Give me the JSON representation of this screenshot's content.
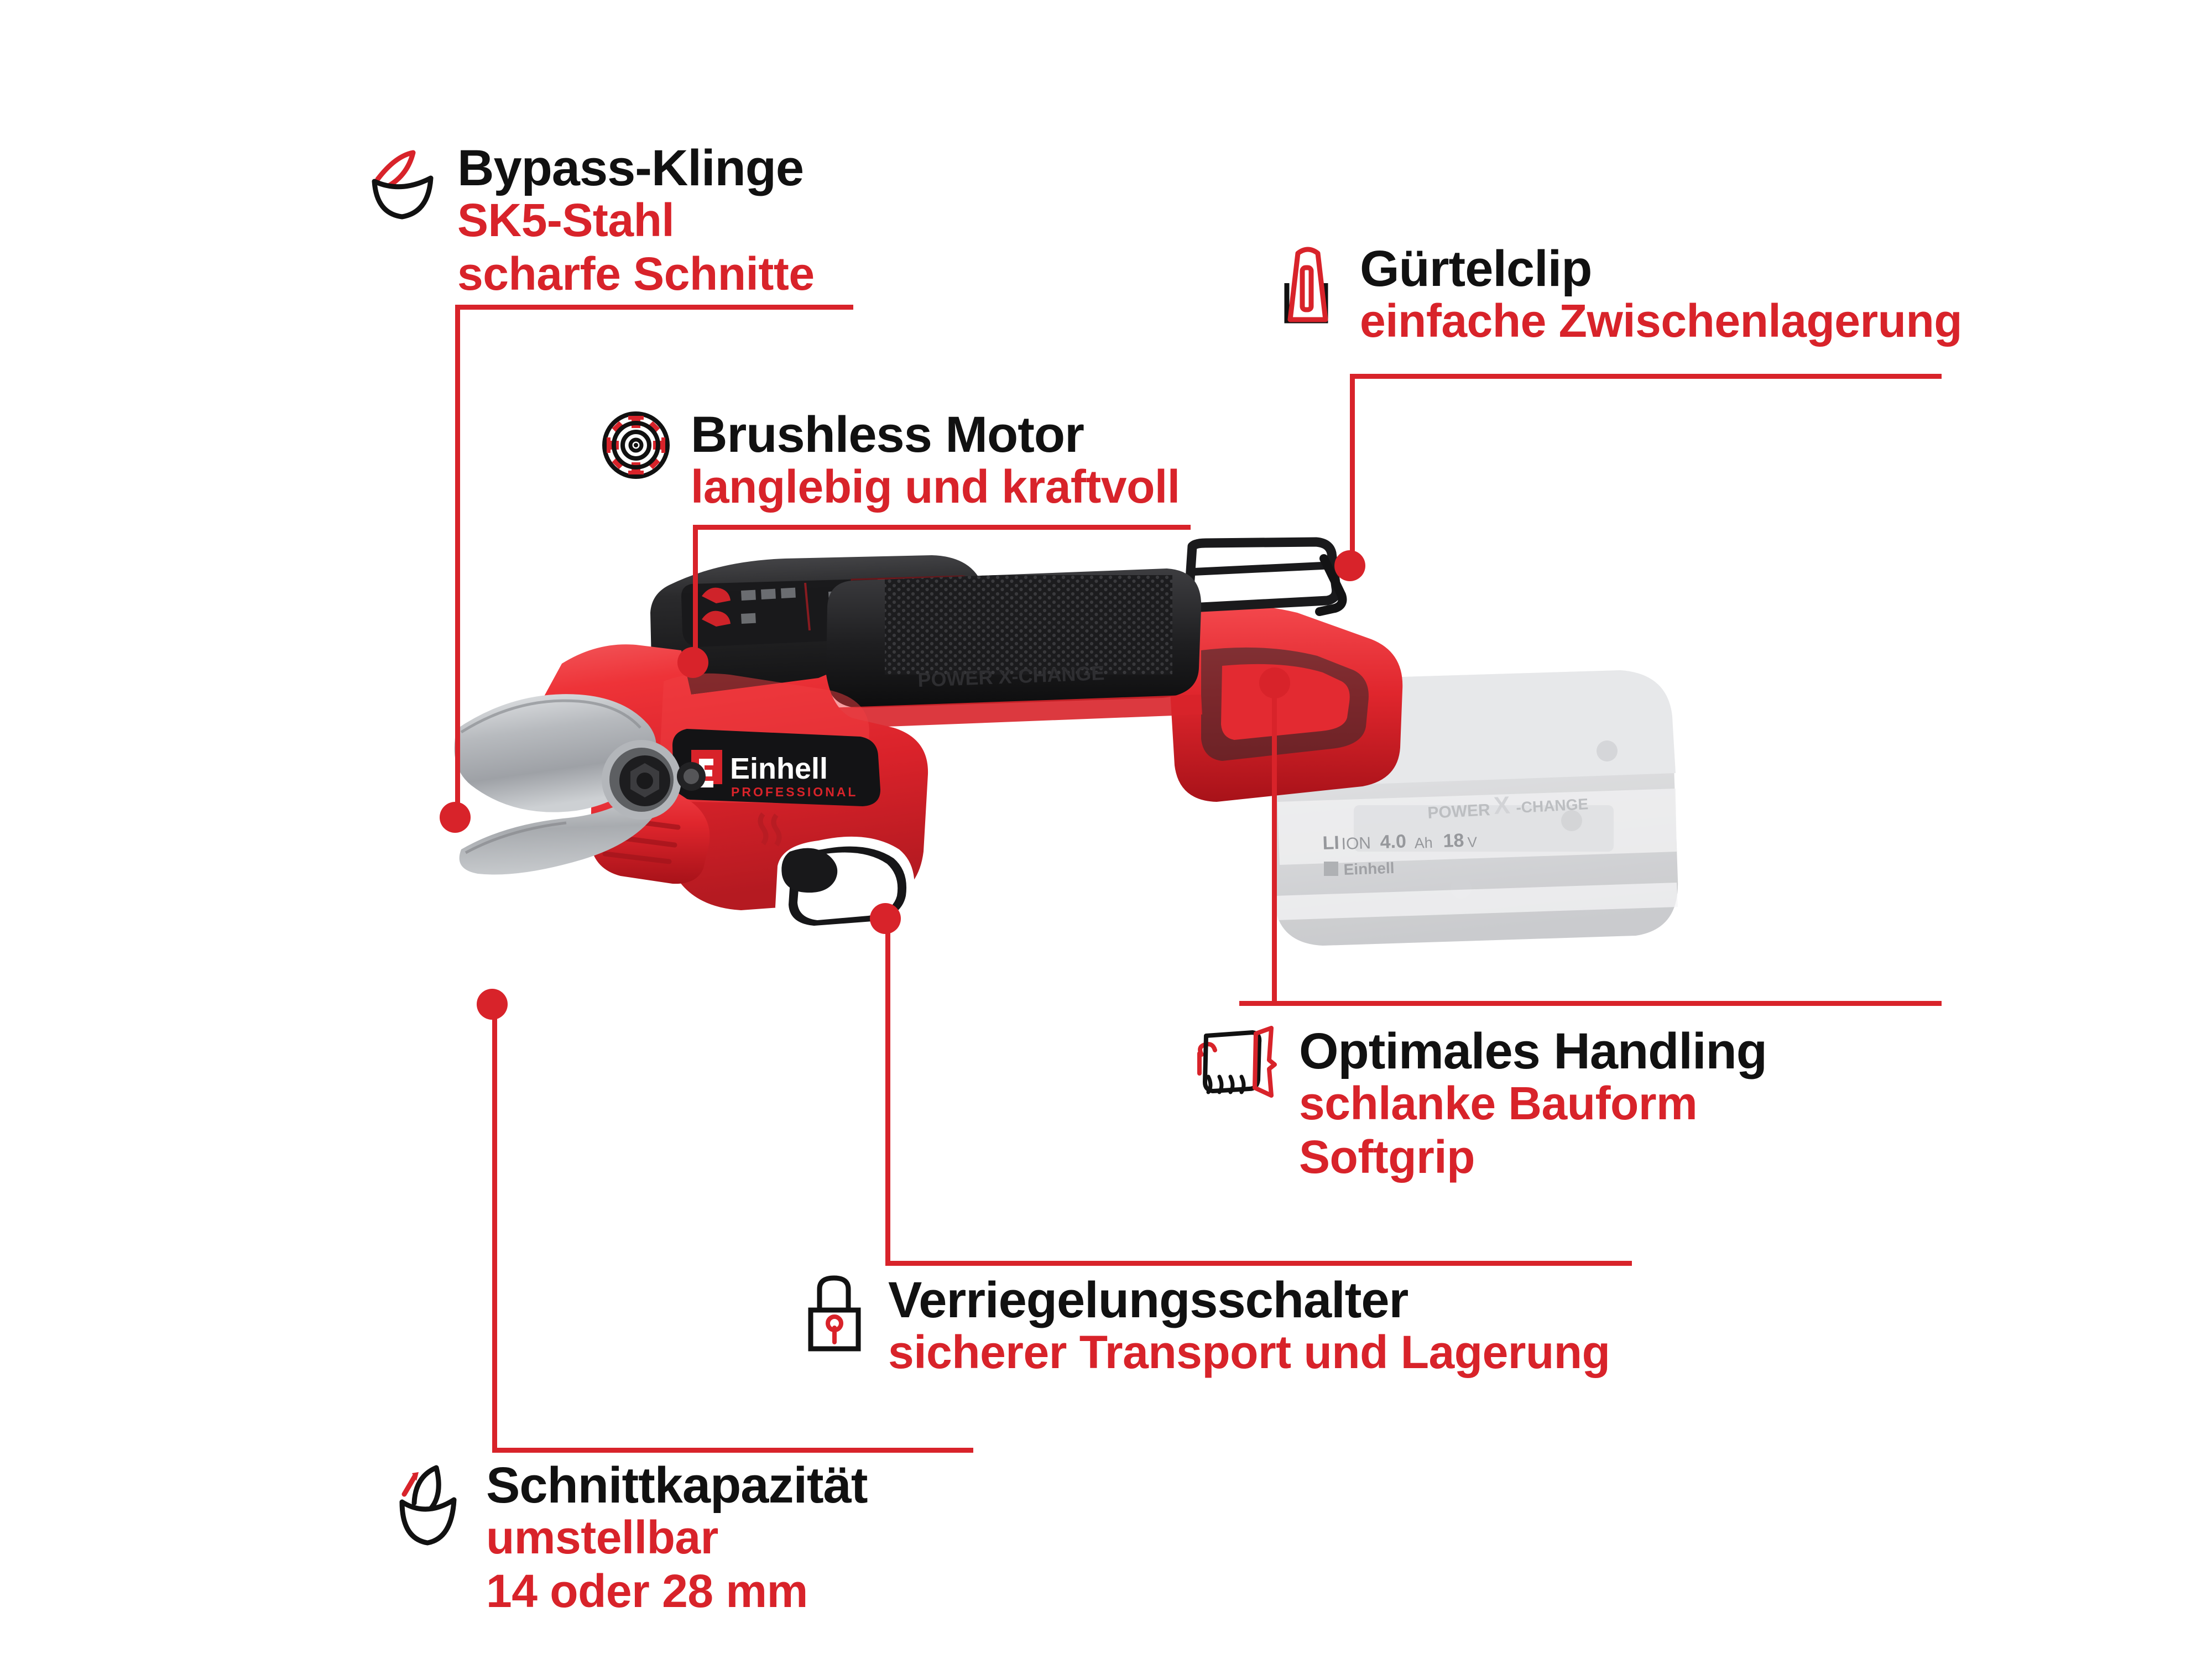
{
  "product": {
    "brand": "Einhell",
    "brand_sub": "PROFESSIONAL",
    "handle_emboss": "POWER X-CHANGE",
    "battery": {
      "chemistry": "LIION",
      "capacity": "4.0Ah",
      "voltage": "18V",
      "brand": "Einhell",
      "system_prefix": "POWER",
      "system_x": "X",
      "system_suffix": "-CHANGE"
    }
  },
  "colors": {
    "accent_red": "#d8232a",
    "body_red": "#e8232b",
    "title_black": "#111111",
    "housing_black": "#1d1d1d",
    "steel": "#b9bcc0",
    "ghost_gray": "#d7d8da",
    "background": "#ffffff"
  },
  "callouts": [
    {
      "id": "bypass-blade",
      "icon": "bypass-blade-icon",
      "title": "Bypass-Klinge",
      "sub": [
        "SK5-Stahl",
        "scharfe Schnitte"
      ]
    },
    {
      "id": "brushless-motor",
      "icon": "brushless-motor-icon",
      "title": "Brushless Motor",
      "sub": [
        "langlebig und kraftvoll"
      ]
    },
    {
      "id": "belt-clip",
      "icon": "belt-clip-icon",
      "title": "Gürtelclip",
      "sub": [
        "einfache Zwischenlagerung"
      ]
    },
    {
      "id": "handling",
      "icon": "gripping-hand-icon",
      "title": "Optimales Handling",
      "sub": [
        "schlanke Bauform",
        "Softgrip"
      ]
    },
    {
      "id": "lock-switch",
      "icon": "padlock-icon",
      "title": "Verriegelungsschalter",
      "sub": [
        "sicherer Transport und Lagerung"
      ]
    },
    {
      "id": "cut-capacity",
      "icon": "blade-adjust-icon",
      "title": "Schnittkapazität",
      "sub": [
        "umstellbar",
        "14 oder 28 mm"
      ]
    }
  ]
}
